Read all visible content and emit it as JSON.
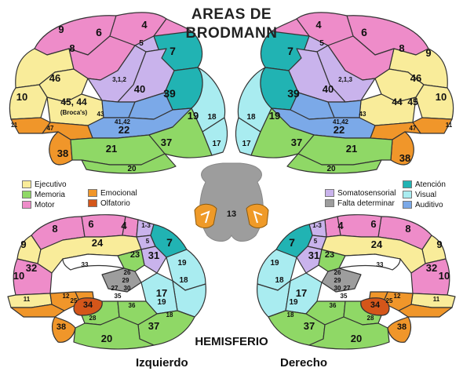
{
  "title": {
    "line1": "AREAS DE",
    "line2": "BRODMANN"
  },
  "bottom": {
    "title": "HEMISFERIO",
    "left": "Izquierdo",
    "right": "Derecho"
  },
  "colors": {
    "ejecutivo": "#f9ec9a",
    "memoria": "#8fd866",
    "motor": "#ee8cc9",
    "emocional": "#f0962a",
    "olfatorio": "#d4561a",
    "somatosensorial": "#c9b3ec",
    "falta": "#9d9d9d",
    "atencion": "#21b3b3",
    "visual": "#a9ecf0",
    "auditivo": "#7ba9e8"
  },
  "legend_left": [
    {
      "label": "Ejecutivo",
      "color": "#f9ec9a"
    },
    {
      "label": "Memoria",
      "color": "#8fd866"
    },
    {
      "label": "Motor",
      "color": "#ee8cc9"
    }
  ],
  "legend_mid": [
    {
      "label": "Emocional",
      "color": "#f0962a"
    },
    {
      "label": "Olfatorio",
      "color": "#d4561a"
    }
  ],
  "legend_right1": [
    {
      "label": "Somatosensorial",
      "color": "#c9b3ec"
    },
    {
      "label": "Falta determinar",
      "color": "#9d9d9d"
    }
  ],
  "legend_right2": [
    {
      "label": "Atención",
      "color": "#21b3b3"
    },
    {
      "label": "Visual",
      "color": "#a9ecf0"
    },
    {
      "label": "Auditivo",
      "color": "#7ba9e8"
    }
  ],
  "labels": {
    "tl": [
      "9",
      "8",
      "6",
      "4",
      "5",
      "7",
      "46",
      "10",
      "45, 44",
      "(Broca's)",
      "3,1,2",
      "40",
      "39",
      "19",
      "43",
      "41,42",
      "22",
      "18",
      "17",
      "11",
      "47",
      "38",
      "21",
      "37",
      "20"
    ],
    "tr": [
      "4",
      "6",
      "8",
      "9",
      "5",
      "7",
      "2,1,3",
      "46",
      "10",
      "40",
      "39",
      "44",
      "45",
      "19",
      "18",
      "17",
      "43",
      "41,42",
      "22",
      "47",
      "11",
      "37",
      "21",
      "38",
      "20"
    ],
    "center": [
      "13"
    ],
    "bl": [
      "8",
      "6",
      "4",
      "1-3",
      "5",
      "9",
      "7",
      "24",
      "31",
      "32",
      "23",
      "33",
      "10",
      "26",
      "29",
      "30",
      "19",
      "18",
      "17",
      "27",
      "35",
      "12",
      "11",
      "25",
      "34",
      "28",
      "36",
      "19",
      "18",
      "38",
      "37",
      "20"
    ],
    "br": [
      "4",
      "6",
      "8",
      "1-3",
      "5",
      "7",
      "9",
      "31",
      "24",
      "19",
      "23",
      "32",
      "18",
      "26",
      "29",
      "30",
      "33",
      "10",
      "17",
      "27",
      "35",
      "12",
      "11",
      "25",
      "36",
      "34",
      "28",
      "19",
      "18",
      "38",
      "37",
      "20"
    ]
  }
}
